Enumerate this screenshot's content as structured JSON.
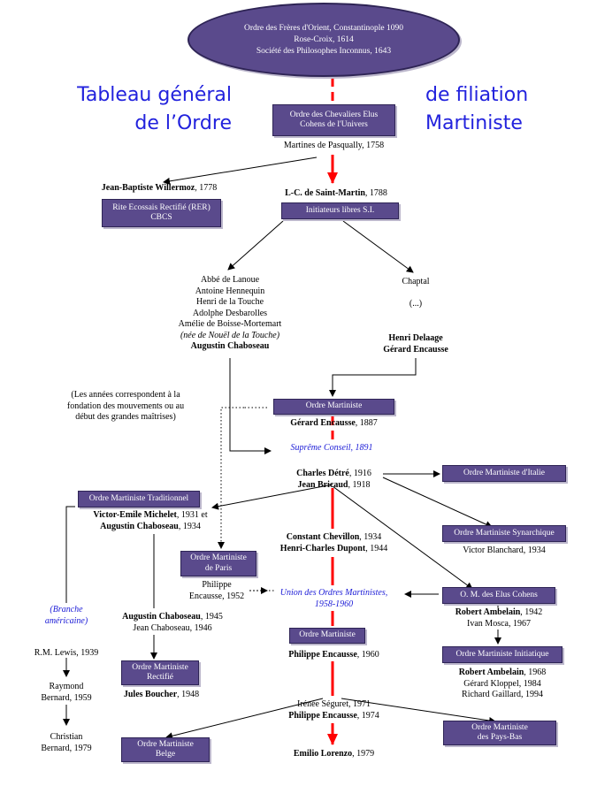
{
  "title": {
    "left": [
      "Tableau général",
      "de l’Ordre"
    ],
    "right": [
      "de filiation",
      "Martiniste"
    ]
  },
  "origin": [
    "Ordre des Frères d'Orient, Constantinople 1090",
    "Rose-Croix, 1614",
    "Société des Philosophes Inconnus, 1643"
  ],
  "elus_cohens_box": [
    "Ordre des Chevaliers Elus",
    "Cohens de l'Univers"
  ],
  "pasqually": "Martines de Pasqually, 1758",
  "willermoz": {
    "name": "Jean-Baptiste Willermoz",
    "year": ", 1778"
  },
  "rer_box": [
    "Rite Ecossais Rectifié (RER)",
    "CBCS"
  ],
  "saint_martin": {
    "name": "L-C. de Saint-Martin",
    "year": ", 1788"
  },
  "initiateurs_box": "Initiateurs libres S.I.",
  "left_list": [
    "Abbé de Lanoue",
    "Antoine Hennequin",
    "Henri de la Touche",
    "Adolphe Desbarolles",
    "Amélie de Boisse-Mortemart",
    "(née de Nouël de la Touche)",
    "Augustin Chaboseau"
  ],
  "chaptal": "Chaptal",
  "ellipsis": "(...)",
  "delaage": [
    "Henri Delaage",
    "Gérard Encausse"
  ],
  "years_note": [
    "(Les années correspondent à la",
    "fondation des mouvements ou au",
    "début des grandes maîtrises)"
  ],
  "om_box": "Ordre Martiniste",
  "encausse_1887": {
    "name": "Gérard Encausse",
    "year": ", 1887"
  },
  "supreme": "Suprême Conseil, 1891",
  "detre": [
    {
      "name": "Charles Détré",
      "year": ", 1916"
    },
    {
      "name": "Jean Bricaud",
      "year": ", 1918"
    }
  ],
  "italie_box": "Ordre Martiniste d'Italie",
  "traditionnel_box": "Ordre Martiniste Traditionnel",
  "michelet": [
    {
      "name": "Victor-Emile Michelet",
      "year": ", 1931 et"
    },
    {
      "name": "Augustin Chaboseau",
      "year": ", 1934"
    }
  ],
  "synarchique_box": "Ordre Martiniste Synarchique",
  "blanchard": "Victor Blanchard, 1934",
  "chevillon": [
    {
      "name": "Constant Chevillon",
      "year": ", 1934"
    },
    {
      "name": "Henri-Charles Dupont",
      "year": ", 1944"
    }
  ],
  "paris_box": [
    "Ordre Martiniste",
    "de Paris"
  ],
  "philippe_encausse_1952": [
    "Philippe",
    "Encausse, 1952"
  ],
  "union": [
    "Union des Ordres Martinistes,",
    "1958-1960"
  ],
  "om_elus_cohens_box": "O. M. des Elus Cohens",
  "branche": [
    "(Branche",
    "américaine)"
  ],
  "ambelain_1942": [
    {
      "name": "Robert Ambelain",
      "year": ", 1942"
    },
    {
      "name": "",
      "year": "Ivan Mosca, 1967"
    }
  ],
  "chaboseau_1945": [
    {
      "name": "Augustin Chaboseau",
      "year": ", 1945"
    },
    {
      "name": "",
      "year": "Jean Chaboseau, 1946"
    }
  ],
  "om_1960_box": "Ordre Martiniste",
  "initiatique_box": "Ordre Martiniste Initiatique",
  "lewis": "R.M. Lewis, 1939",
  "philippe_encausse_1960": {
    "name": "Philippe Encausse",
    "year": ", 1960"
  },
  "ambelain_1968": [
    {
      "name": "Robert Ambelain",
      "year": ", 1968"
    },
    {
      "name": "",
      "year": "Gérard Kloppel, 1984"
    },
    {
      "name": "",
      "year": "Richard Gaillard, 1994"
    }
  ],
  "rectifie_box": [
    "Ordre Martiniste",
    "Rectifié"
  ],
  "boucher": {
    "name": "Jules Boucher",
    "year": ", 1948"
  },
  "raymond": [
    "Raymond",
    "Bernard, 1959"
  ],
  "seguret": [
    {
      "name": "",
      "year": "Irénée Séguret, 1971"
    },
    {
      "name": "Philippe Encausse",
      "year": ", 1974"
    }
  ],
  "pays_bas_box": [
    "Ordre Martiniste",
    "des Pays-Bas"
  ],
  "christian": [
    "Christian",
    "Bernard, 1979"
  ],
  "belge_box": [
    "Ordre Martiniste",
    "Belge"
  ],
  "lorenzo": {
    "name": "Emilio Lorenzo",
    "year": ", 1979"
  },
  "colors": {
    "box": "#5a4a8c",
    "spine": "#ff0000",
    "title": "#2222dd",
    "note": "#1a1ad6"
  }
}
